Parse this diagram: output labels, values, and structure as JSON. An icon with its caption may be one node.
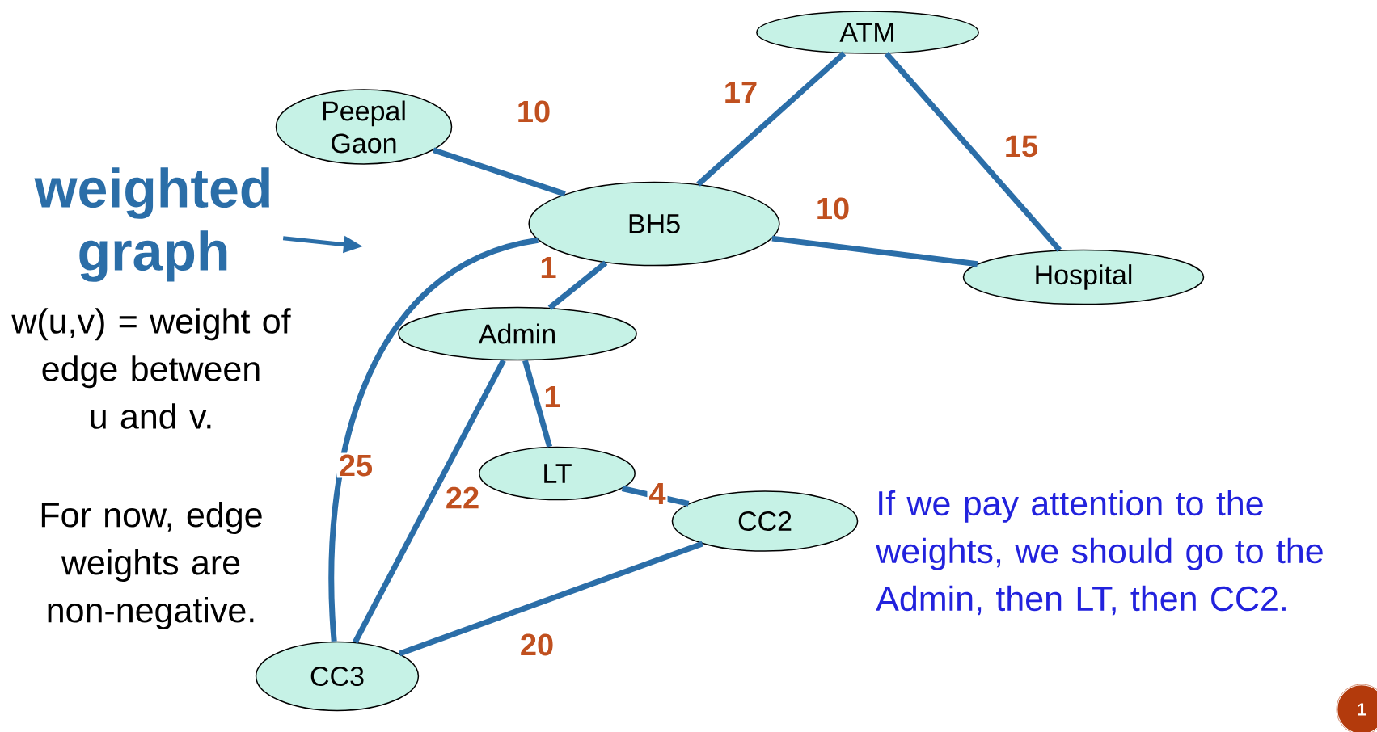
{
  "diagram": {
    "nodes": [
      {
        "text": [
          "ATM"
        ]
      },
      {
        "text": [
          "Peepal Gaon"
        ]
      },
      {
        "text": [
          "weighted graph"
        ]
      },
      {
        "text": [
          "BH5"
        ]
      },
      {
        "text": [
          "Hospital"
        ]
      },
      {
        "text": [
          "Admin"
        ]
      },
      {
        "text": [
          "LT"
        ]
      },
      {
        "text": [
          "CC2"
        ]
      },
      {
        "text": [
          "CC3"
        ]
      }
    ],
    "edges": [
      {
        "from": 1,
        "to": 3,
        "arrow": "none",
        "label": "10"
      },
      {
        "from": 3,
        "to": 0,
        "arrow": "none",
        "label": "17"
      },
      {
        "from": 0,
        "to": 4,
        "arrow": "none",
        "label": "15"
      },
      {
        "from": 3,
        "to": 4,
        "arrow": "none",
        "label": "10"
      },
      {
        "from": 3,
        "to": 5,
        "arrow": "none",
        "label": "1"
      },
      {
        "from": 3,
        "to": 8,
        "arrow": "none",
        "label": "25"
      },
      {
        "from": 5,
        "to": 6,
        "arrow": "none",
        "label": "1"
      },
      {
        "from": 5,
        "to": 8,
        "arrow": "none",
        "label": "22"
      },
      {
        "from": 6,
        "to": 7,
        "arrow": "none",
        "label": "4"
      },
      {
        "from": 7,
        "to": 8,
        "arrow": "none",
        "label": "20"
      },
      {
        "from": 2,
        "to": null,
        "arrow": "to"
      }
    ],
    "labels": [
      "w(u,v) = weight of edge between u and v.",
      "For now, edge weights are non-negative.",
      "If we pay attention to the weights, we should go to the Admin, then LT, then CC2.",
      "1"
    ]
  }
}
